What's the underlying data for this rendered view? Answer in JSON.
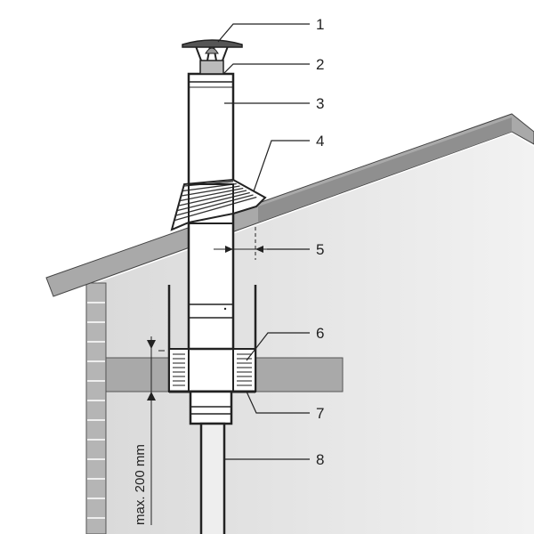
{
  "diagram": {
    "title": "Chimney flue installation through roof and ceiling",
    "callouts": [
      {
        "number": "1",
        "part": "rain-cap"
      },
      {
        "number": "2",
        "part": "pipe-top-collar"
      },
      {
        "number": "3",
        "part": "outer-flue-pipe"
      },
      {
        "number": "4",
        "part": "roof-flashing"
      },
      {
        "number": "5",
        "part": "clearance-gap"
      },
      {
        "number": "6",
        "part": "insulation"
      },
      {
        "number": "7",
        "part": "ceiling-support-plate"
      },
      {
        "number": "8",
        "part": "connecting-pipe"
      }
    ],
    "dimension_label": "max. 200 mm",
    "colors": {
      "line": "#222222",
      "slab": "#a9a9a9",
      "interior": "#e4e4e4"
    }
  }
}
